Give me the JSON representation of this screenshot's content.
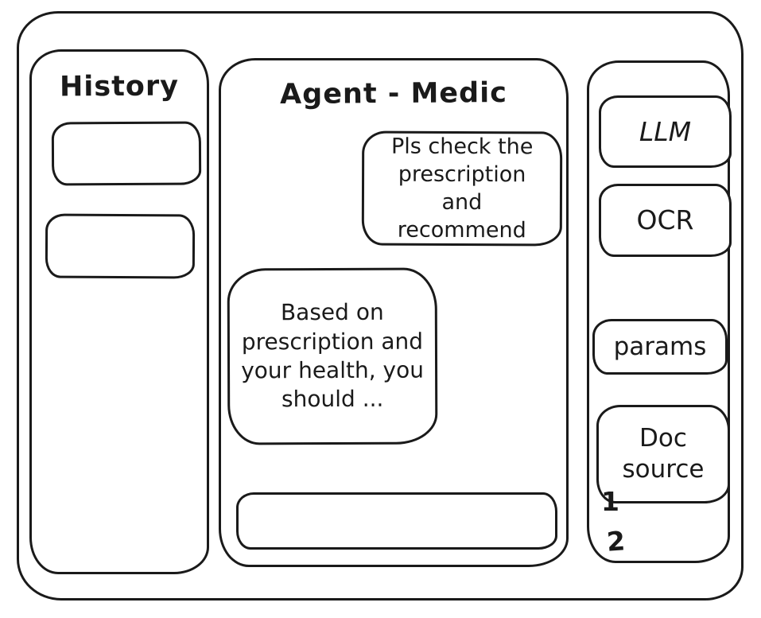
{
  "colors": {
    "ink": "#1a1a1a",
    "background": "#ffffff"
  },
  "history": {
    "title": "History",
    "items": [
      "",
      ""
    ]
  },
  "chat": {
    "title": "Agent - Medic",
    "messages": [
      {
        "role": "user",
        "text": "Pls check the prescription and recommend"
      },
      {
        "role": "agent",
        "text": "Based on prescription and your health, you should ..."
      }
    ],
    "input": {
      "value": "",
      "placeholder": ""
    }
  },
  "tools": {
    "llm_label": "LLM",
    "ocr_label": "OCR",
    "params_label": "params",
    "doc_source_label": "Doc source",
    "doc_source_items": [
      "1",
      "2"
    ]
  }
}
